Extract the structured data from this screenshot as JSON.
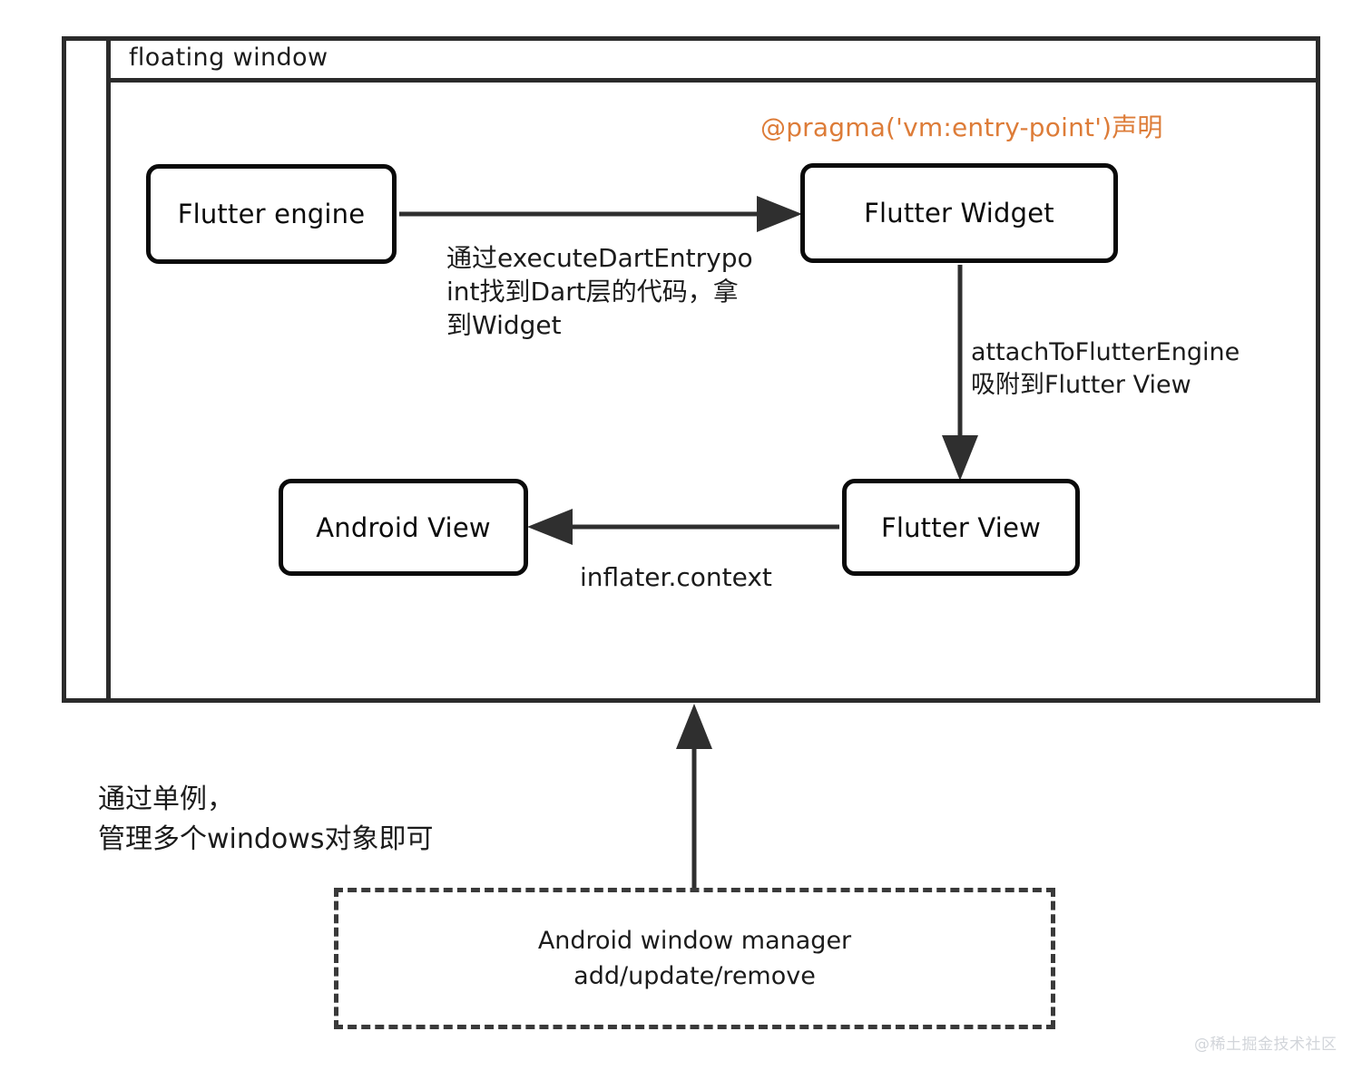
{
  "window": {
    "title": "floating window"
  },
  "nodes": {
    "flutter_engine": "Flutter engine",
    "flutter_widget": "Flutter Widget",
    "android_view": "Android View",
    "flutter_view": "Flutter View",
    "window_manager": {
      "line1": "Android window manager",
      "line2": "add/update/remove"
    }
  },
  "annotations": {
    "pragma": "@pragma('vm:entry-point')声明",
    "execute_dart_entrypoint": "通过executeDartEntrypoint找到Dart层的代码，拿到Widget",
    "attach": {
      "line1": "attachToFlutterEngine",
      "line2": "吸附到Flutter View"
    },
    "inflater_context": "inflater.context",
    "singleton": {
      "line1": "通过单例，",
      "line2": "管理多个windows对象即可"
    }
  },
  "watermark": "@稀土掘金技术社区",
  "colors": {
    "accent_orange": "#dd7c38",
    "stroke_black": "#0a0a0a",
    "frame_gray": "#2b2b2b",
    "dashed_gray": "#3a3a3a",
    "watermark_gray": "#d2d5da"
  }
}
